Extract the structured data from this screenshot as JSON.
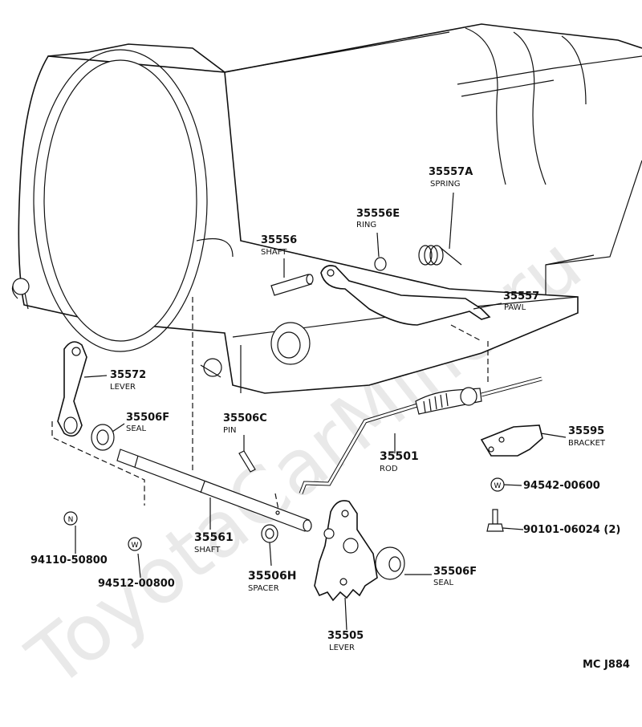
{
  "watermark": "ToyotaCarMine.ru",
  "diagram_code": "MC  J884",
  "parts": {
    "p35557A": {
      "number": "35557A",
      "name": "SPRING"
    },
    "p35556E": {
      "number": "35556E",
      "name": "RING"
    },
    "p35556": {
      "number": "35556",
      "name": "SHAFT"
    },
    "p35557": {
      "number": "35557",
      "name": "PAWL"
    },
    "p35572": {
      "number": "35572",
      "name": "LEVER"
    },
    "p35506F_a": {
      "number": "35506F",
      "name": "SEAL"
    },
    "p35506C": {
      "number": "35506C",
      "name": "PIN"
    },
    "p35595": {
      "number": "35595",
      "name": "BRACKET"
    },
    "p35501": {
      "number": "35501",
      "name": "ROD"
    },
    "p94542": {
      "number": "94542-00600",
      "symbol": "W"
    },
    "p90101": {
      "number": "90101-06024 (2)"
    },
    "p94110": {
      "number": "94110-50800",
      "symbol": "N"
    },
    "p94512": {
      "number": "94512-00800",
      "symbol": "W"
    },
    "p35561": {
      "number": "35561",
      "name": "SHAFT"
    },
    "p35506H": {
      "number": "35506H",
      "name": "SPACER"
    },
    "p35506F_b": {
      "number": "35506F",
      "name": "SEAL"
    },
    "p35505": {
      "number": "35505",
      "name": "LEVER"
    }
  }
}
